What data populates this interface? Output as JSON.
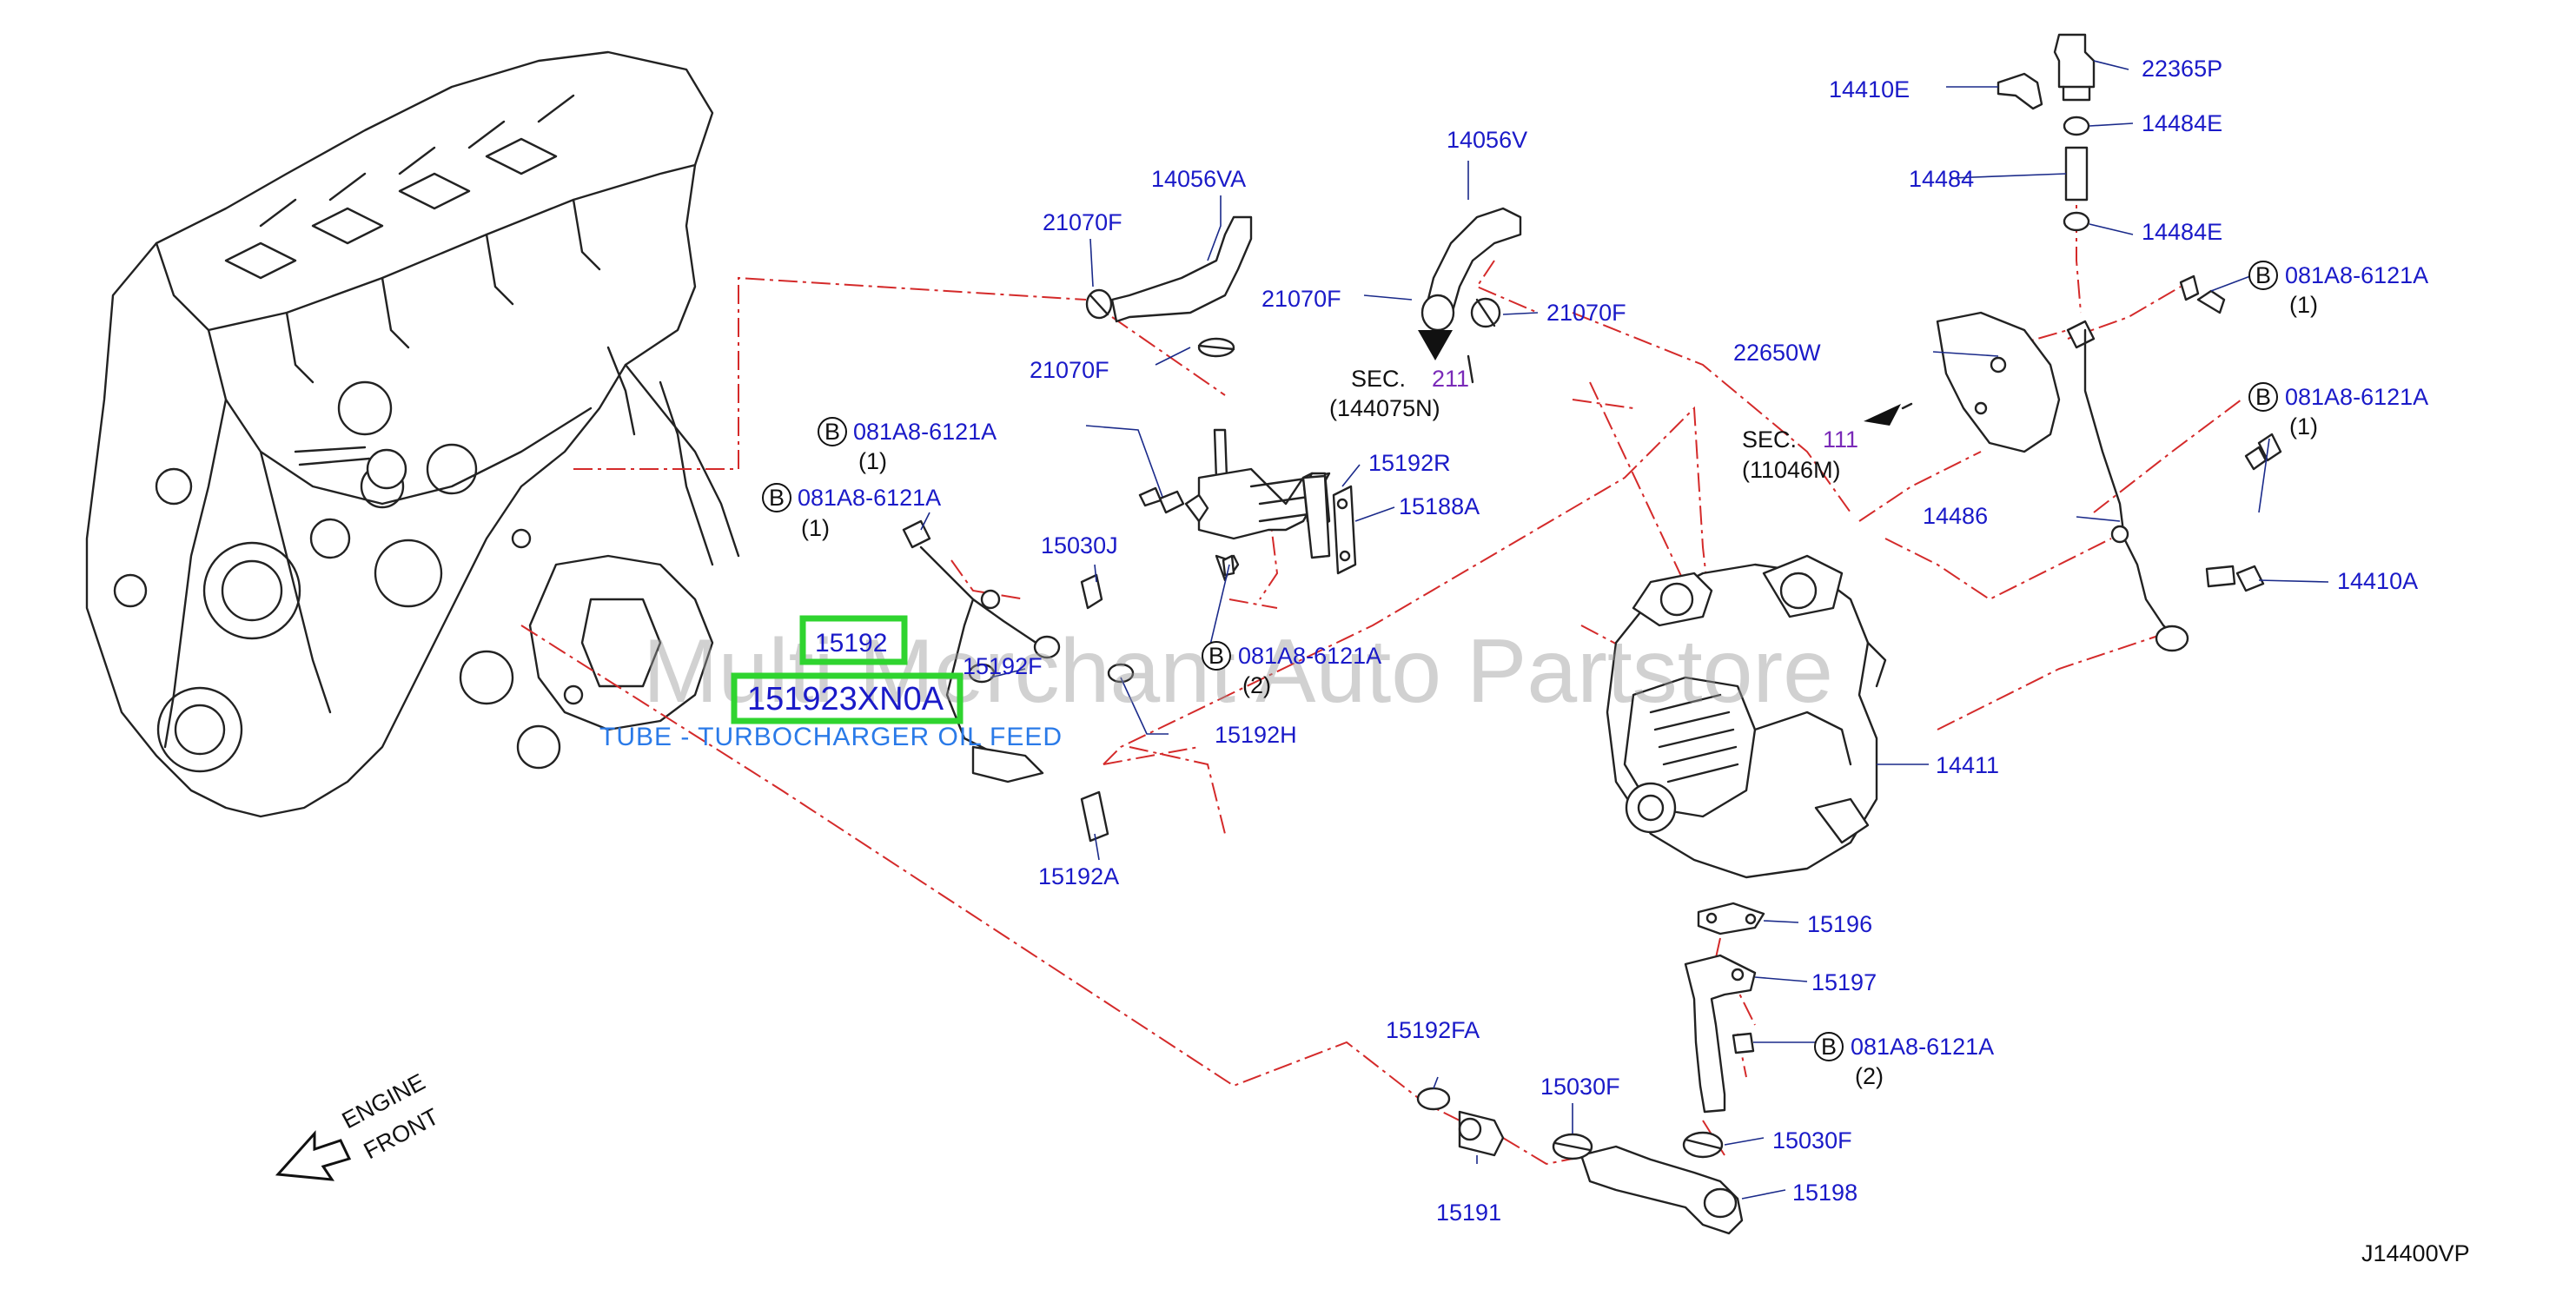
{
  "diagram": {
    "code": "J14400VP",
    "watermark": "Multi Merchant Auto Partstore",
    "highlight": {
      "ref": "15192",
      "part_number": "151923XN0A",
      "description": "TUBE - TURBOCHARGER OIL FEED"
    },
    "engine_front": [
      "ENGINE",
      "FRONT"
    ],
    "bolt_symbol": "B",
    "sections": [
      {
        "prefix": "SEC.",
        "num": "211",
        "sub": "(144075N)"
      },
      {
        "prefix": "SEC.",
        "num": "111",
        "sub": "(11046M)"
      }
    ],
    "labels": {
      "p14056VA": "14056VA",
      "p21070F_a": "21070F",
      "p21070F_b": "21070F",
      "p14056V": "14056V",
      "p21070F_c": "21070F",
      "p21070F_d": "21070F",
      "p081_a": "081A8-6121A",
      "p081_a_q": "(1)",
      "p081_b": "081A8-6121A",
      "p081_b_q": "(1)",
      "p15030J": "15030J",
      "p15192R": "15192R",
      "p15188A": "15188A",
      "p15192F": "15192F",
      "p081_c": "081A8-6121A",
      "p081_c_q": "(2)",
      "p15192H": "15192H",
      "p15192A": "15192A",
      "p14410E": "14410E",
      "p22365P": "22365P",
      "p14484E_a": "14484E",
      "p14484": "14484",
      "p14484E_b": "14484E",
      "p081_d": "081A8-6121A",
      "p081_d_q": "(1)",
      "p22650W": "22650W",
      "p081_e": "081A8-6121A",
      "p081_e_q": "(1)",
      "p14486": "14486",
      "p14410A": "14410A",
      "p14411": "14411",
      "p15196": "15196",
      "p15197": "15197",
      "p081_f": "081A8-6121A",
      "p081_f_q": "(2)",
      "p15192FA": "15192FA",
      "p15030F_a": "15030F",
      "p15030F_b": "15030F",
      "p15191": "15191",
      "p15198": "15198"
    }
  }
}
